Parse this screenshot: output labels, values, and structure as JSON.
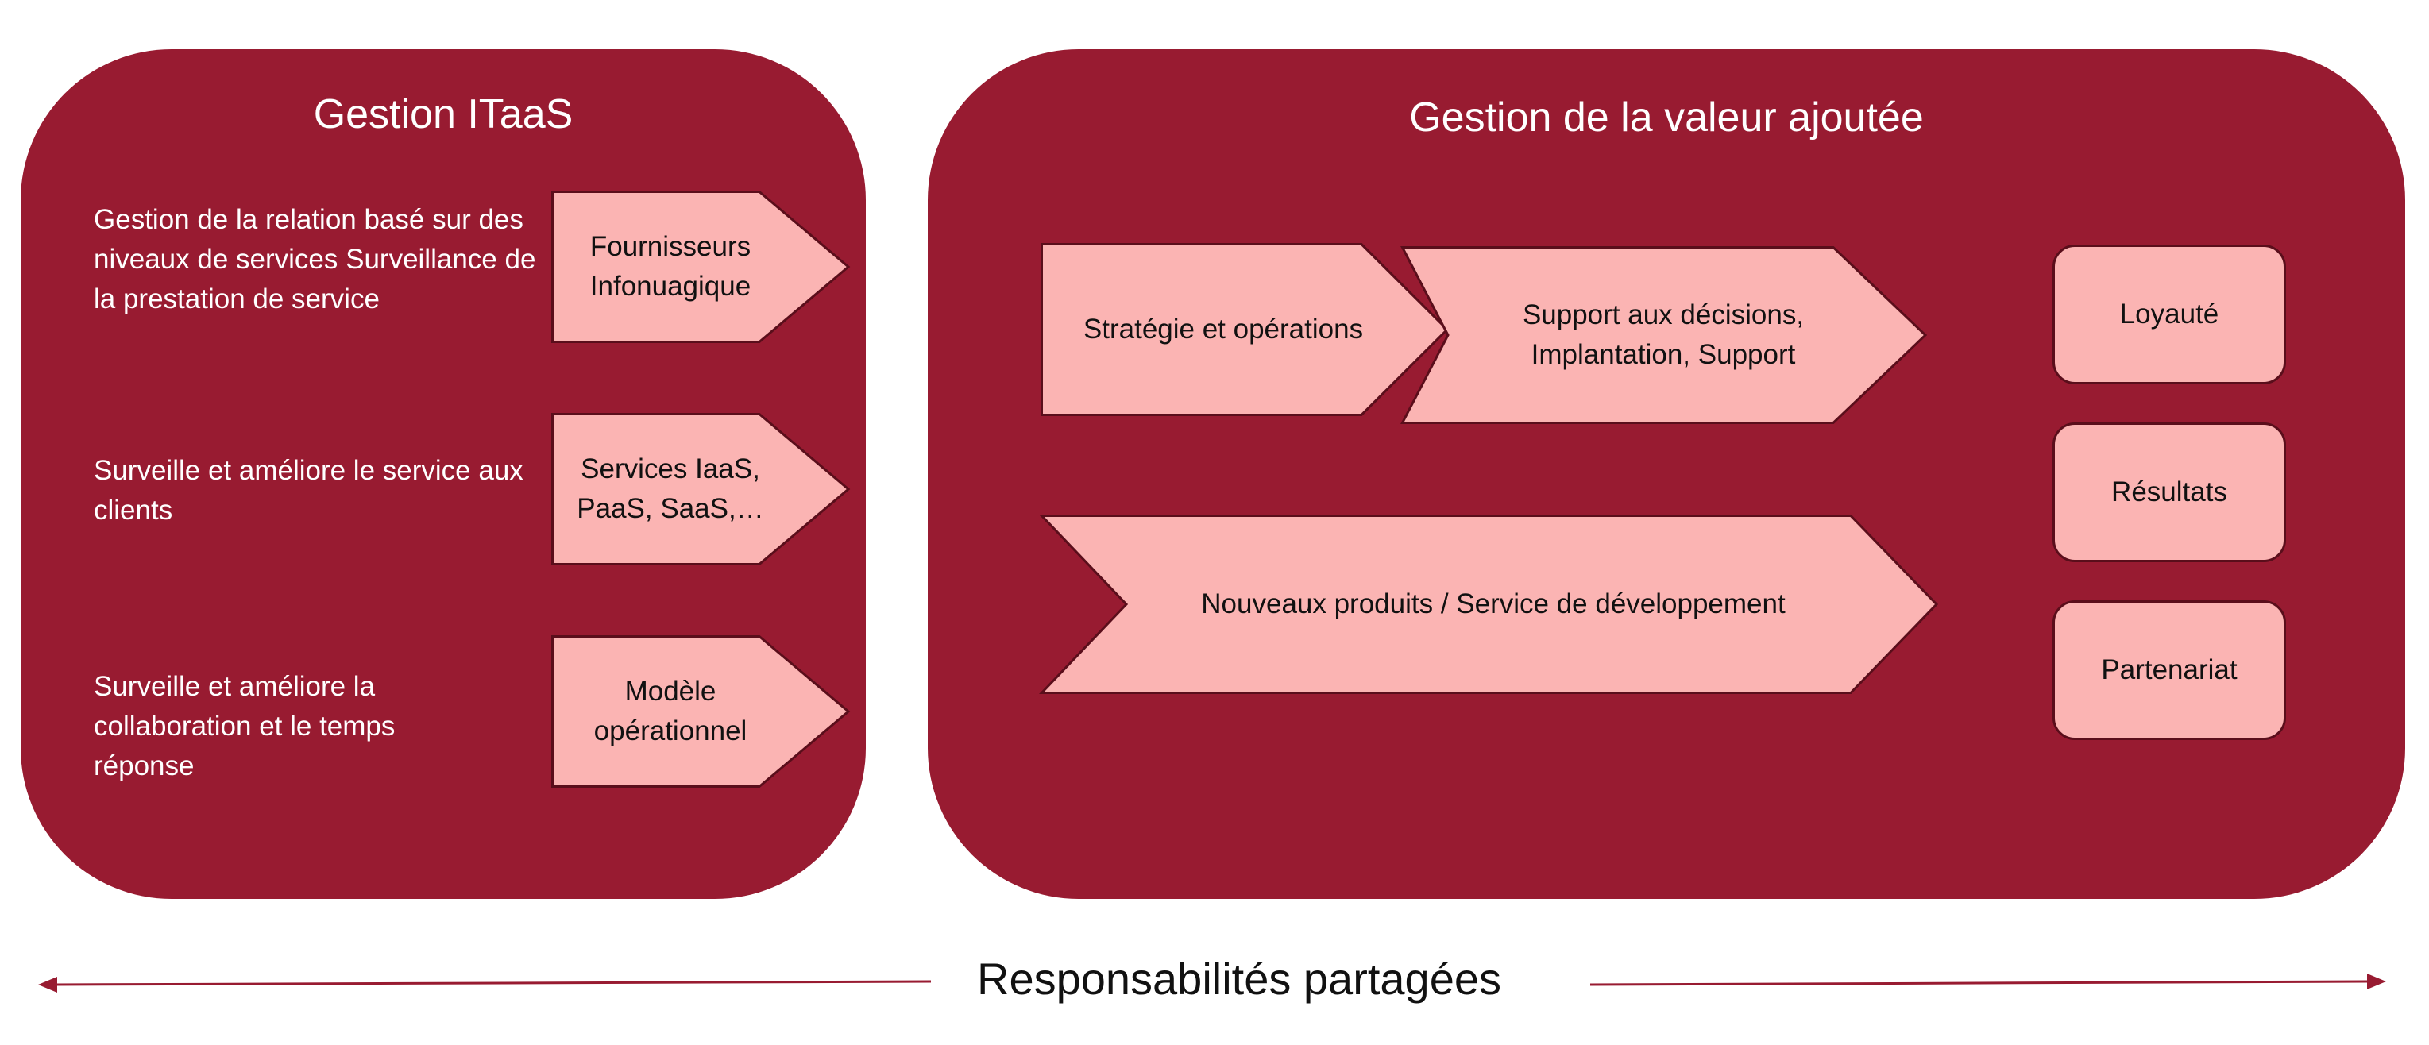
{
  "left_panel": {
    "title": "Gestion ITaaS",
    "rows": [
      {
        "description": "Gestion de la relation basé sur des niveaux de services Surveillance de la prestation de service",
        "tag": "Fournisseurs Infonuagique"
      },
      {
        "description": "Surveille et améliore le service aux clients",
        "tag": "Services IaaS, PaaS, SaaS,…"
      },
      {
        "description": "Surveille et améliore la collaboration et le temps réponse",
        "tag": "Modèle opérationnel"
      }
    ]
  },
  "right_panel": {
    "title": "Gestion de la valeur ajoutée",
    "chevrons": [
      {
        "label": "Stratégie et opérations"
      },
      {
        "label": "Support aux décisions, Implantation, Support"
      },
      {
        "label": "Nouveaux produits / Service de développement"
      }
    ],
    "outcomes": [
      "Loyauté",
      "Résultats",
      "Partenariat"
    ]
  },
  "footer": {
    "label": "Responsabilités partagées"
  },
  "colors": {
    "panel": "#981b31",
    "shape_fill": "#fbb4b3",
    "shape_border": "#5a0e1b",
    "arrow": "#981b31"
  }
}
